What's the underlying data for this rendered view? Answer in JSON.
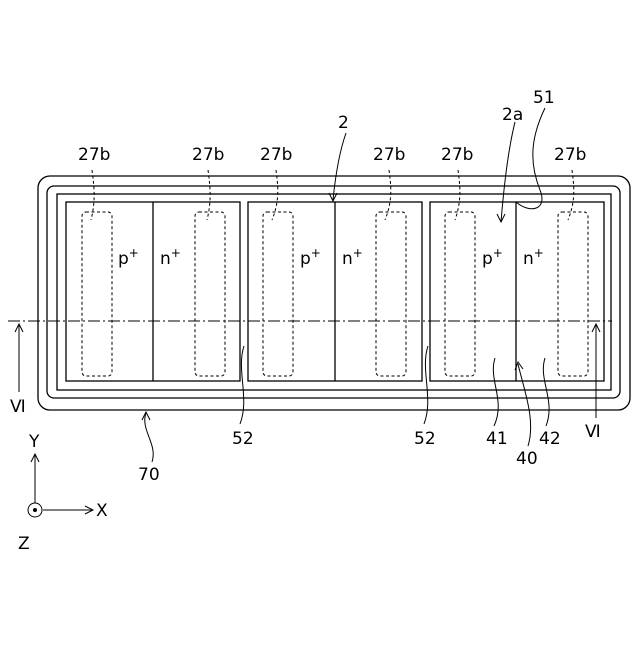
{
  "labels": {
    "device": "2",
    "substrate_surface": "2a",
    "outer_frame": "70",
    "trench": "51",
    "separator_left": "52",
    "separator_right": "52",
    "p_region": "41",
    "n_region": "42",
    "pn_junction": "40",
    "contact": "27b",
    "section_left": "Ⅵ",
    "section_right": "Ⅵ"
  },
  "regions": {
    "p": "p",
    "n": "n",
    "plus": "+"
  },
  "axes": {
    "y": "Y",
    "x": "X",
    "z": "Z"
  }
}
